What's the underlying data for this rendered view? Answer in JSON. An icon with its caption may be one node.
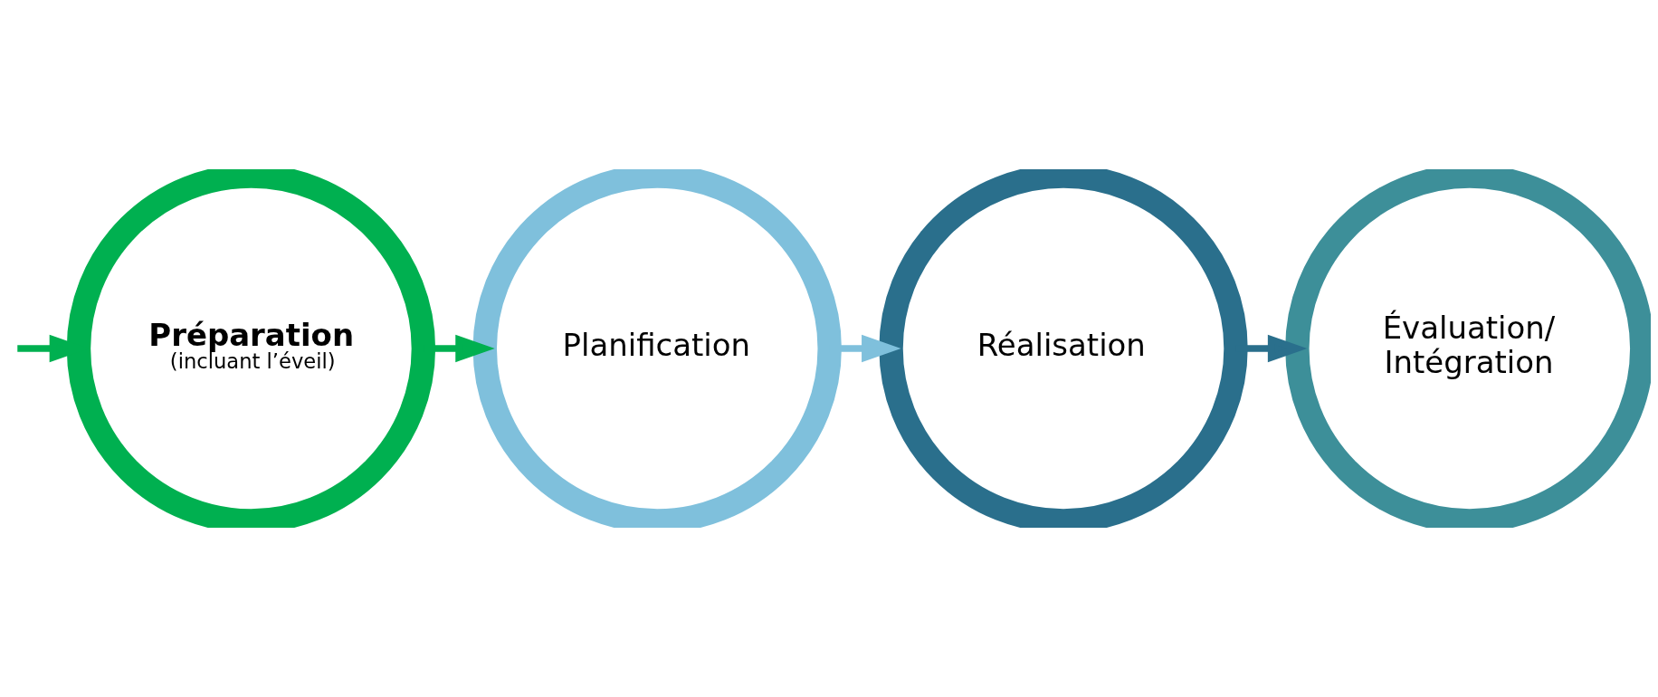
{
  "diagram": {
    "nodes": [
      {
        "text": [
          "Préparation",
          "(incluant l’éveil)"
        ]
      },
      {
        "text": [
          "Planification"
        ]
      },
      {
        "text": [
          "Réalisation"
        ]
      },
      {
        "text": [
          "Évaluation/ Intégration"
        ]
      }
    ],
    "edges": [
      {
        "from": null,
        "to": 0,
        "arrow": "to",
        "color": "#00b050"
      },
      {
        "from": 0,
        "to": 1,
        "arrow": "to",
        "color": "#00b050"
      },
      {
        "from": 1,
        "to": 2,
        "arrow": "to",
        "color": "#7fc0dc"
      },
      {
        "from": 2,
        "to": 3,
        "arrow": "to",
        "color": "#2a6f8c"
      }
    ]
  }
}
